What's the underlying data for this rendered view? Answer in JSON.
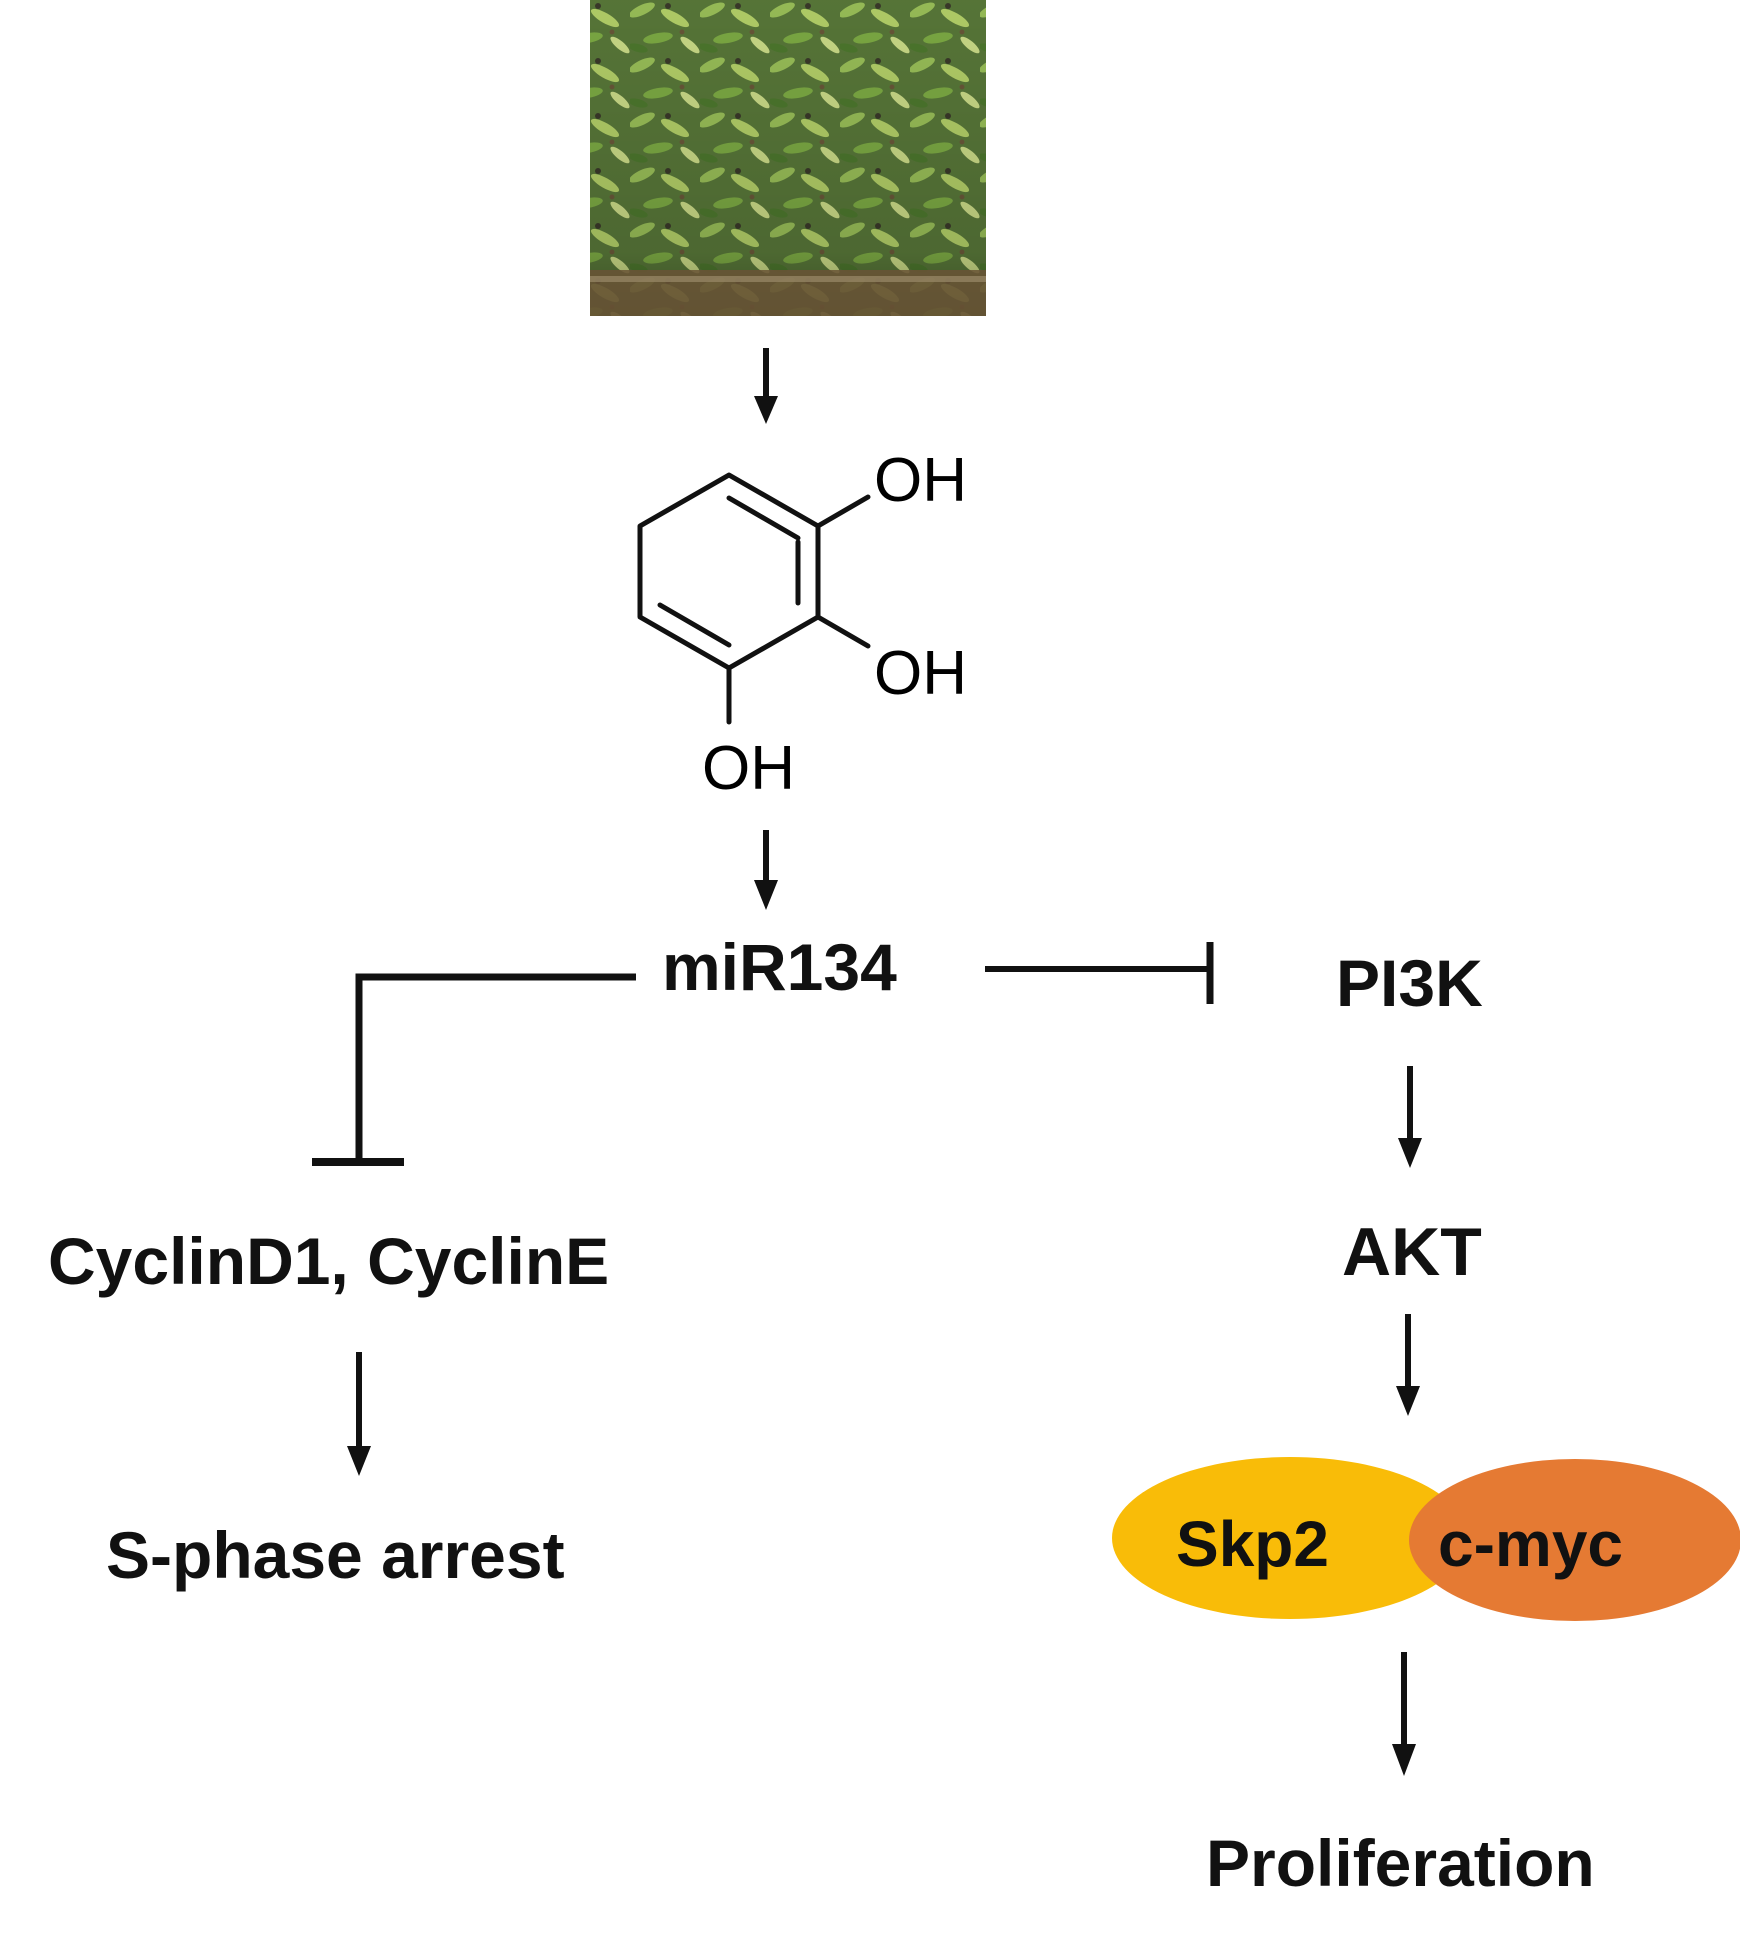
{
  "plant_photo": {
    "subject": "mimosa-plant-seedlings"
  },
  "compound": {
    "hydroxyl_top": "OH",
    "hydroxyl_middle": "OH",
    "hydroxyl_bottom": "OH"
  },
  "nodes": {
    "mirna": "miR134",
    "pi3k": "PI3K",
    "akt": "AKT",
    "cyclins": "CyclinD1, CyclinE",
    "s_phase": "S-phase arrest",
    "skp2": "Skp2",
    "cmyc": "c-myc",
    "proliferation": "Proliferation"
  },
  "colors": {
    "skp2": "#F9BC08",
    "cmyc": "#E57A33",
    "text": "#111111",
    "arrow": "#111111"
  }
}
